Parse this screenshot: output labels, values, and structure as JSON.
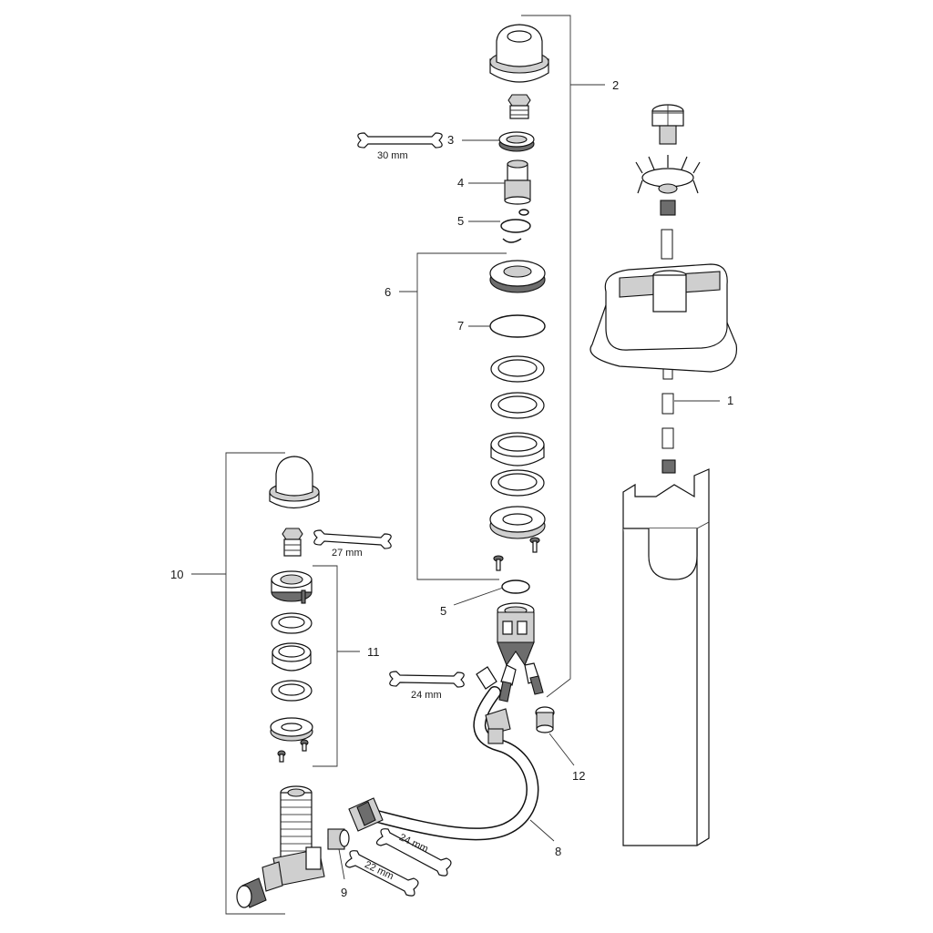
{
  "callouts": {
    "c1": "1",
    "c2": "2",
    "c3": "3",
    "c4": "4",
    "c5a": "5",
    "c5b": "5",
    "c6": "6",
    "c7": "7",
    "c8": "8",
    "c9": "9",
    "c10": "10",
    "c11": "11",
    "c12": "12"
  },
  "wrenches": {
    "w30": "30 mm",
    "w27": "27 mm",
    "w24a": "24 mm",
    "w24b": "24 mm",
    "w22": "22 mm"
  }
}
